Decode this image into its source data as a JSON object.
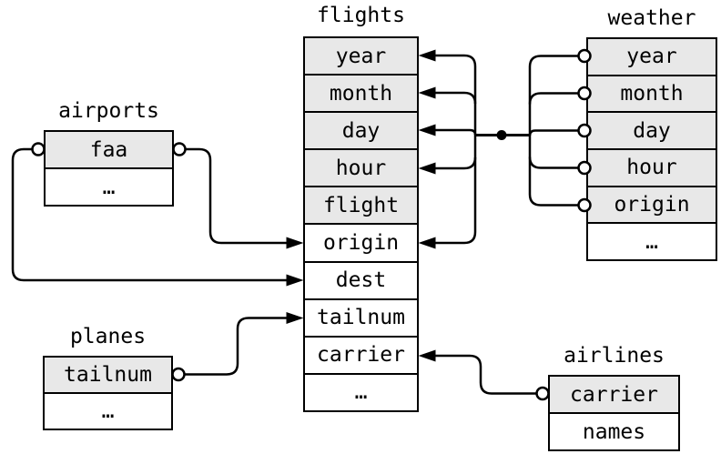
{
  "tables": {
    "flights": {
      "title": "flights",
      "rows": [
        {
          "label": "year",
          "key": true
        },
        {
          "label": "month",
          "key": true
        },
        {
          "label": "day",
          "key": true
        },
        {
          "label": "hour",
          "key": true
        },
        {
          "label": "flight",
          "key": true
        },
        {
          "label": "origin",
          "key": false
        },
        {
          "label": "dest",
          "key": false
        },
        {
          "label": "tailnum",
          "key": false
        },
        {
          "label": "carrier",
          "key": false
        },
        {
          "label": "…",
          "key": false
        }
      ]
    },
    "weather": {
      "title": "weather",
      "rows": [
        {
          "label": "year",
          "key": true
        },
        {
          "label": "month",
          "key": true
        },
        {
          "label": "day",
          "key": true
        },
        {
          "label": "hour",
          "key": true
        },
        {
          "label": "origin",
          "key": true
        },
        {
          "label": "…",
          "key": false
        }
      ]
    },
    "airports": {
      "title": "airports",
      "rows": [
        {
          "label": "faa",
          "key": true
        },
        {
          "label": "…",
          "key": false
        }
      ]
    },
    "planes": {
      "title": "planes",
      "rows": [
        {
          "label": "tailnum",
          "key": true
        },
        {
          "label": "…",
          "key": false
        }
      ]
    },
    "airlines": {
      "title": "airlines",
      "rows": [
        {
          "label": "carrier",
          "key": true
        },
        {
          "label": "names",
          "key": false
        }
      ]
    }
  },
  "relations": [
    {
      "from": "weather (year, month, day, hour, origin)",
      "to": "flights (year, month, day, hour, origin)",
      "style": "composite key joined through junction dot"
    },
    {
      "from": "airports.faa",
      "to": "flights.origin"
    },
    {
      "from": "airports.faa",
      "to": "flights.dest"
    },
    {
      "from": "planes.tailnum",
      "to": "flights.tailnum"
    },
    {
      "from": "airlines.carrier",
      "to": "flights.carrier"
    }
  ],
  "colors": {
    "key_row_fill": "#e8e8e8",
    "row_fill": "#ffffff",
    "stroke": "#000000",
    "background": "#ffffff"
  }
}
